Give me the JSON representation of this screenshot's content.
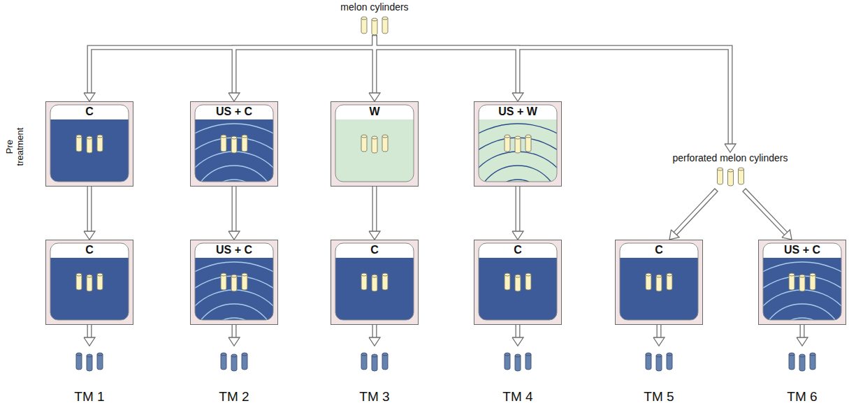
{
  "diagram": {
    "nodes": [
      {
        "text": [
          "melon cylinders"
        ]
      },
      {
        "text": [
          "C"
        ]
      },
      {
        "text": [
          "US + C"
        ]
      },
      {
        "text": [
          "W"
        ]
      },
      {
        "text": [
          "US + W"
        ]
      },
      {
        "text": [
          "perforated melon cylinders"
        ]
      },
      {
        "text": [
          "C"
        ]
      },
      {
        "text": [
          "US + C"
        ]
      },
      {
        "text": [
          "C"
        ]
      },
      {
        "text": [
          "C"
        ]
      },
      {
        "text": [
          "C"
        ]
      },
      {
        "text": [
          "US + C"
        ]
      },
      {
        "text": [
          "TM 1"
        ]
      },
      {
        "text": [
          "TM 2"
        ]
      },
      {
        "text": [
          "TM 3"
        ]
      },
      {
        "text": [
          "TM 4"
        ]
      },
      {
        "text": [
          "TM 5"
        ]
      },
      {
        "text": [
          "TM 6"
        ]
      }
    ],
    "edges": [
      {
        "from": 0,
        "to": 1,
        "arrow": "to"
      },
      {
        "from": 0,
        "to": 2,
        "arrow": "to"
      },
      {
        "from": 0,
        "to": 3,
        "arrow": "to"
      },
      {
        "from": 0,
        "to": 4,
        "arrow": "to"
      },
      {
        "from": 0,
        "to": 5,
        "arrow": "to"
      },
      {
        "from": 1,
        "to": 6,
        "arrow": "to"
      },
      {
        "from": 2,
        "to": 7,
        "arrow": "to"
      },
      {
        "from": 3,
        "to": 8,
        "arrow": "to"
      },
      {
        "from": 4,
        "to": 9,
        "arrow": "to"
      },
      {
        "from": 5,
        "to": 10,
        "arrow": "to"
      },
      {
        "from": 5,
        "to": 11,
        "arrow": "to"
      },
      {
        "from": 6,
        "to": 12,
        "arrow": "to"
      },
      {
        "from": 7,
        "to": 13,
        "arrow": "to"
      },
      {
        "from": 8,
        "to": 14,
        "arrow": "to"
      },
      {
        "from": 9,
        "to": 15,
        "arrow": "to"
      },
      {
        "from": 10,
        "to": 16,
        "arrow": "to"
      },
      {
        "from": 11,
        "to": 17,
        "arrow": "to"
      }
    ],
    "labels": [
      "Pre treatment"
    ]
  }
}
